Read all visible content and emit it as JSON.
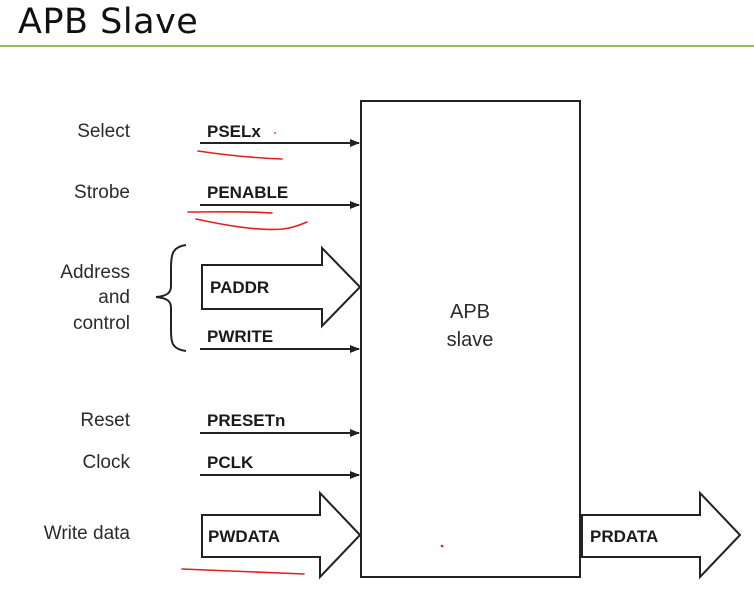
{
  "title": "APB Slave",
  "colors": {
    "accent_rule": "#9bbb59",
    "ink": "#e02020"
  },
  "block": {
    "line1": "APB",
    "line2": "slave"
  },
  "labels": {
    "select": "Select",
    "strobe": "Strobe",
    "address": "Address",
    "and": "and",
    "control": "control",
    "reset": "Reset",
    "clock": "Clock",
    "write_data": "Write data"
  },
  "signals": {
    "psel": "PSELx",
    "penable": "PENABLE",
    "paddr": "PADDR",
    "pwrite": "PWRITE",
    "preset": "PRESETn",
    "pclk": "PCLK",
    "pwdata": "PWDATA",
    "prdata": "PRDATA"
  }
}
